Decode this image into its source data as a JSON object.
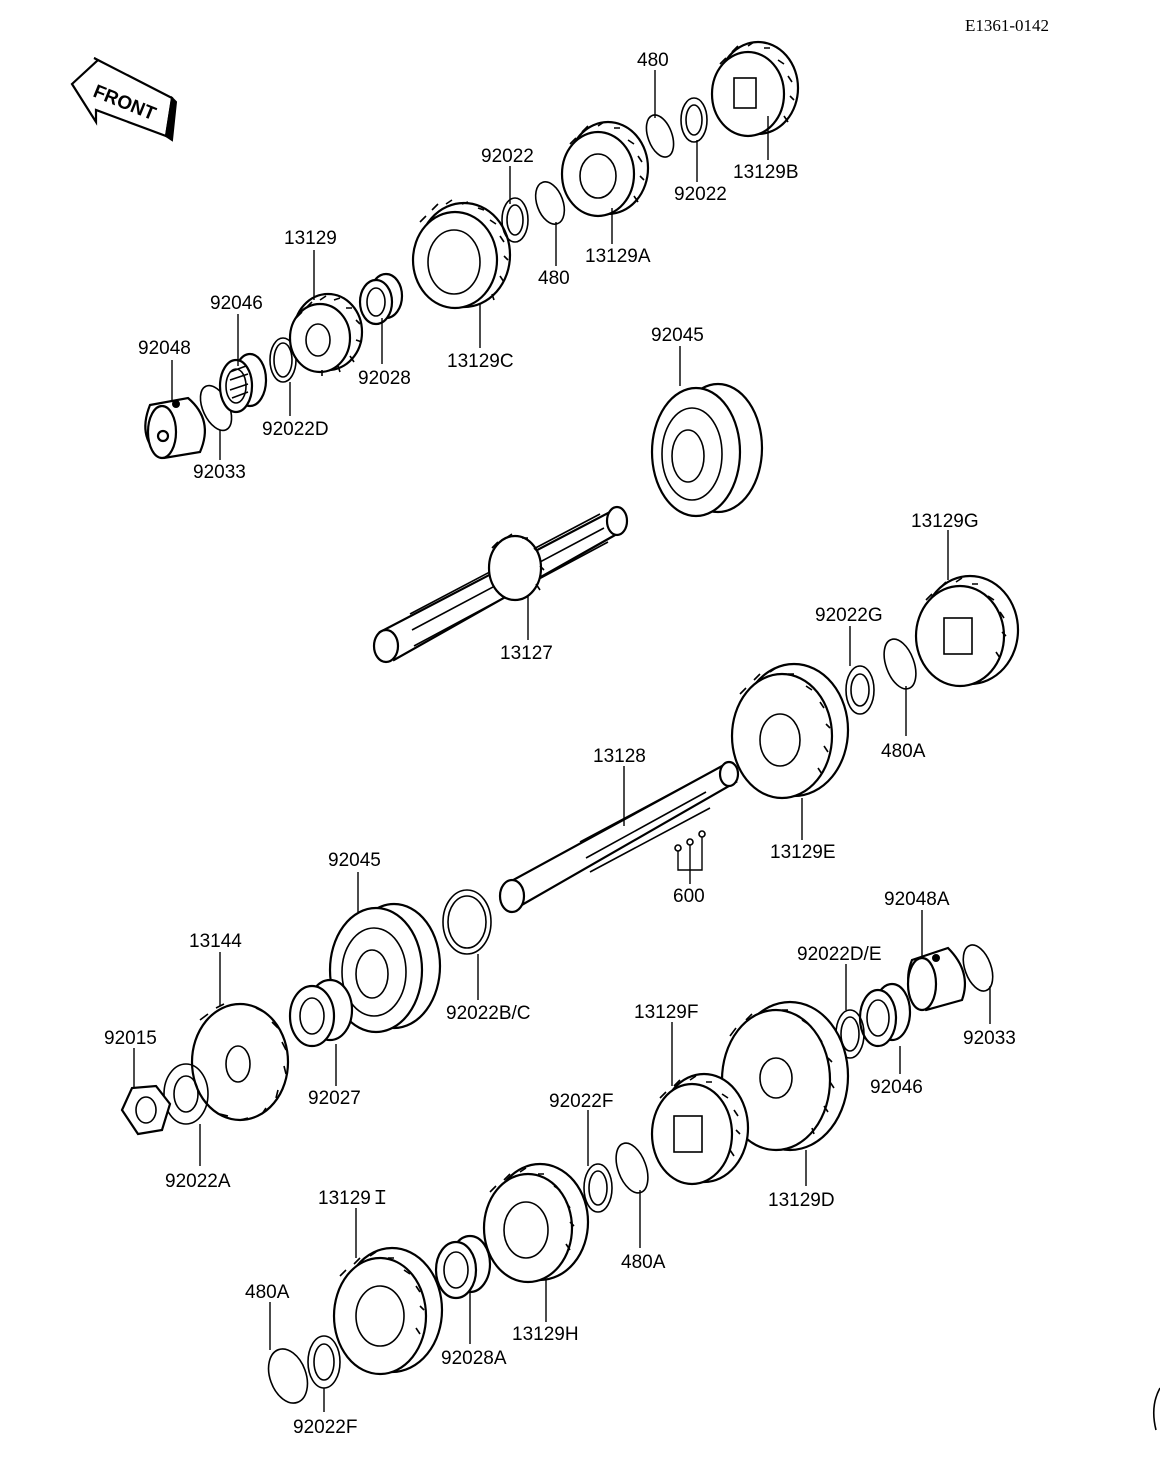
{
  "diagram_code": "E1361-0142",
  "front_arrow_label": "FRONT",
  "labels": {
    "p480_top": "480",
    "p13129B": "13129B",
    "p92022_top_right": "92022",
    "p92022_top": "92022",
    "p480_mid": "480",
    "p13129A": "13129A",
    "p13129": "13129",
    "p92046_top": "92046",
    "p92048": "92048",
    "p92028": "92028",
    "p13129C": "13129C",
    "p92022D": "92022D",
    "p92033_top": "92033",
    "p92045_top": "92045",
    "p13127": "13127",
    "p13129G": "13129G",
    "p92022G": "92022G",
    "p480A_right": "480A",
    "p13128": "13128",
    "p13129E": "13129E",
    "p600": "600",
    "p92045_bottom": "92045",
    "p13144": "13144",
    "p92048A": "92048A",
    "p92022DE": "92022D/E",
    "p92022BC": "92022B/C",
    "p92015": "92015",
    "p92027": "92027",
    "p92033_bottom": "92033",
    "p13129F": "13129F",
    "p92046_bottom": "92046",
    "p92022A": "92022A",
    "p92022F_mid": "92022F",
    "p13129D": "13129D",
    "p13129I": "13129Ｉ",
    "p480A_mid": "480A",
    "p480A_bottom": "480A",
    "p92028A": "92028A",
    "p13129H": "13129H",
    "p92022F_bottom": "92022F"
  }
}
